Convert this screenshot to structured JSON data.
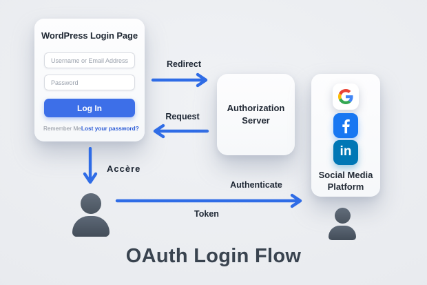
{
  "diagram_title": "OAuth Login Flow",
  "login_card": {
    "title": "WordPress Login Page",
    "username_placeholder": "Username or Email Address",
    "password_placeholder": "Password",
    "login_button_label": "Log In",
    "remember_me_label": "Remember Me",
    "lost_password_link": "Lost your password?"
  },
  "auth_server": {
    "label": "Authorization Server"
  },
  "social_platform": {
    "label": "Social Media Platform",
    "icons": [
      "google-icon",
      "facebook-icon",
      "linkedin-icon"
    ]
  },
  "flow_labels": {
    "redirect": "Redirect",
    "request": "Request",
    "access": "Accère",
    "authenticate": "Authenticate",
    "token": "Token"
  },
  "colors": {
    "background": "#EAECEF",
    "arrow_blue": "#2F6CE6",
    "login_button_blue": "#3D6FE8",
    "link_blue": "#2C5CD6",
    "facebook_blue": "#1877F2",
    "linkedin_blue": "#0077B5",
    "google_red": "#EA4335",
    "google_blue": "#4285F4",
    "google_yellow": "#FBBC05",
    "google_green": "#34A853",
    "person_gray": "#4E5864",
    "title_color": "#39434F"
  }
}
